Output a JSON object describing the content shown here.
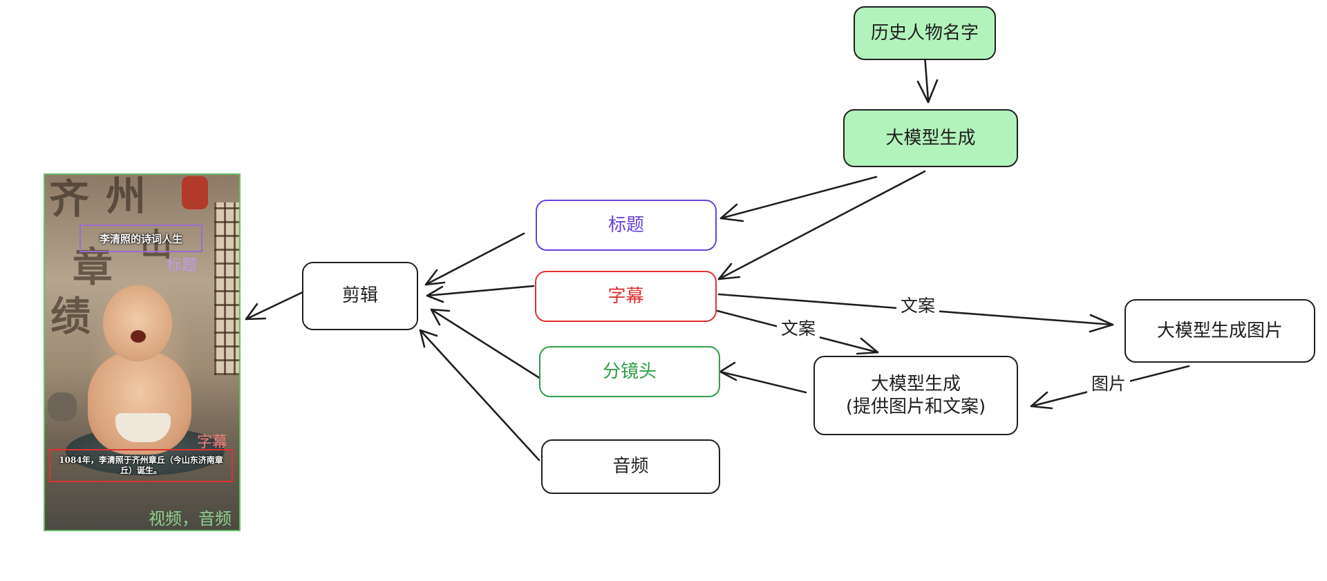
{
  "nodes": {
    "historical_name": "历史人物名字",
    "llm_generate": "大模型生成",
    "title": "标题",
    "subtitle": "字幕",
    "storyboard": "分镜头",
    "audio": "音频",
    "edit": "剪辑",
    "llm_image": "大模型生成图片",
    "llm_generate_provide_line1": "大模型生成",
    "llm_generate_provide_line2": "(提供图片和文案)"
  },
  "edge_labels": {
    "copy_upper": "文案",
    "copy_lower": "文案",
    "image": "图片"
  },
  "preview": {
    "calligraphy": [
      "齐",
      "州",
      "章",
      "绩",
      "山"
    ],
    "title_text": "李清照的诗词人生",
    "title_tag": "标题",
    "subtitle_tag": "字幕",
    "subtitle_text": "1084年，李清照于齐州章丘（今山东济南章丘）诞生。",
    "video_tag": "视频，音频"
  },
  "colors": {
    "stroke": "#1e1e1e",
    "green_fill": "#b2f2bb",
    "purple": "#6741d9",
    "red": "#e03131",
    "green": "#2f9e44",
    "preview_border": "#6abf69"
  }
}
